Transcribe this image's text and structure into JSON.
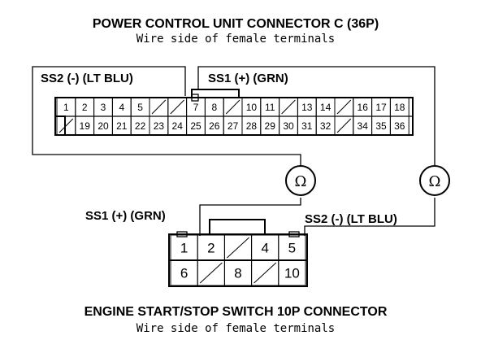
{
  "top_connector": {
    "title": "POWER CONTROL UNIT CONNECTOR C (36P)",
    "subtitle": "Wire side of female terminals",
    "row1": [
      "1",
      "2",
      "3",
      "4",
      "5",
      "",
      "",
      "7",
      "8",
      "",
      "10",
      "11",
      "",
      "13",
      "14",
      "",
      "16",
      "17",
      "18"
    ],
    "row2": [
      "",
      "19",
      "20",
      "21",
      "22",
      "23",
      "24",
      "25",
      "26",
      "27",
      "28",
      "29",
      "30",
      "31",
      "32",
      "",
      "34",
      "35",
      "36"
    ]
  },
  "bottom_connector": {
    "title": "ENGINE START/STOP SWITCH 10P CONNECTOR",
    "subtitle": "Wire side of female terminals",
    "row1": [
      "1",
      "2",
      "",
      "4",
      "5"
    ],
    "row2": [
      "6",
      "",
      "8",
      "",
      "10"
    ]
  },
  "labels": {
    "ss2_top": "SS2 (-) (LT BLU)",
    "ss1_top": "SS1 (+) (GRN)",
    "ss1_bottom": "SS1 (+) (GRN)",
    "ss2_bottom": "SS2 (-) (LT BLU)"
  },
  "meters": {
    "symbol": "Ω"
  }
}
